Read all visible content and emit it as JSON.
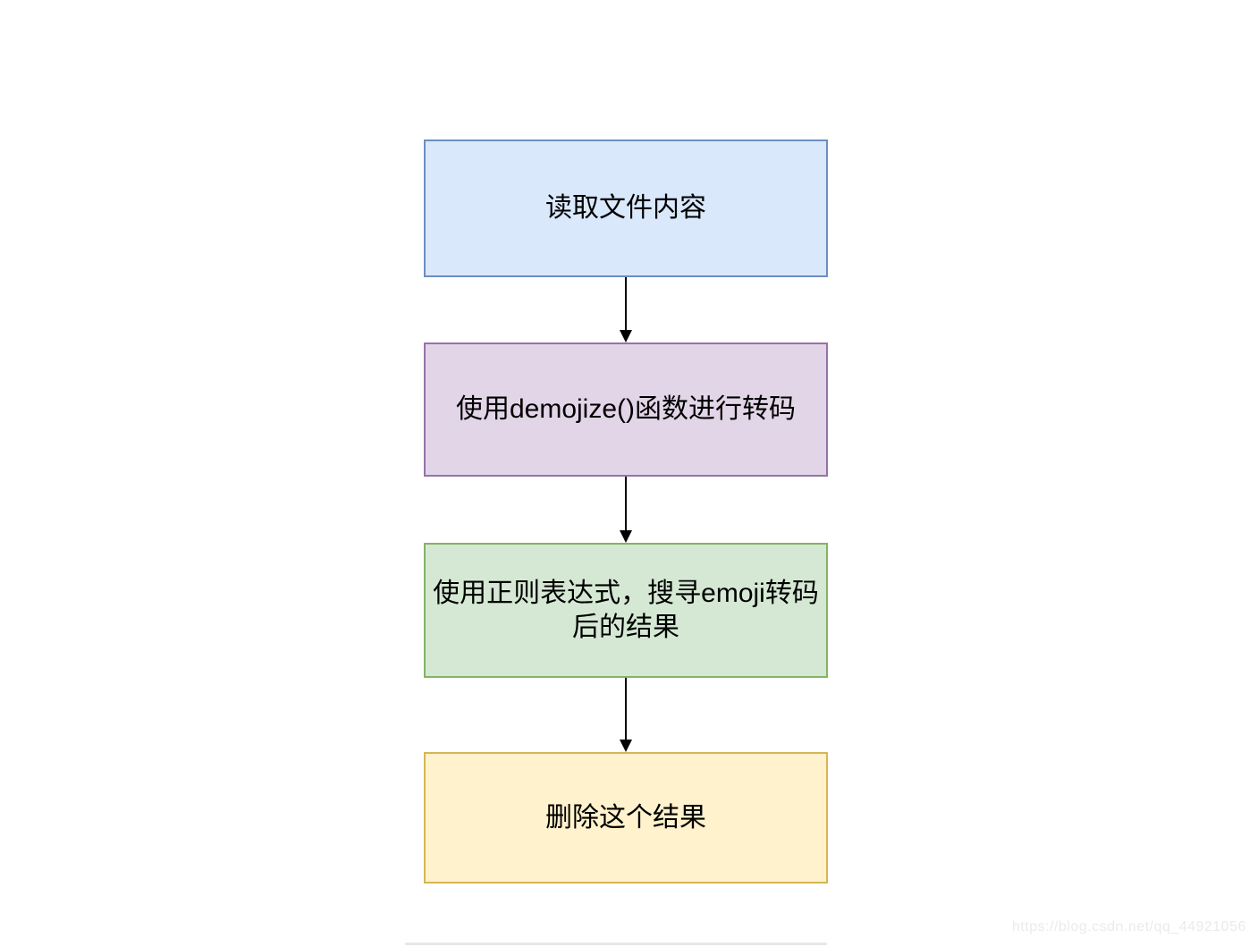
{
  "flowchart": {
    "nodes": [
      {
        "name": "read-file",
        "label": "读取文件内容",
        "fill": "#dae8fc",
        "border": "#6c8ebf"
      },
      {
        "name": "demojize",
        "label": "使用demojize()函数进行转码",
        "fill": "#e1d5e7",
        "border": "#9673a6"
      },
      {
        "name": "regex-search",
        "label": "使用正则表达式，搜寻emoji转码\n后的结果",
        "fill": "#d5e8d4",
        "border": "#82b366"
      },
      {
        "name": "delete-result",
        "label": "删除这个结果",
        "fill": "#fff2cc",
        "border": "#d6b656"
      }
    ],
    "connectors": [
      {
        "from": 0,
        "to": 1,
        "direction": "down"
      },
      {
        "from": 1,
        "to": 2,
        "direction": "down"
      },
      {
        "from": 2,
        "to": 3,
        "direction": "down"
      }
    ],
    "arrow_color": "#000000"
  },
  "watermark": {
    "text": "https://blog.csdn.net/qq_44921056",
    "color": "#ebebeb"
  }
}
